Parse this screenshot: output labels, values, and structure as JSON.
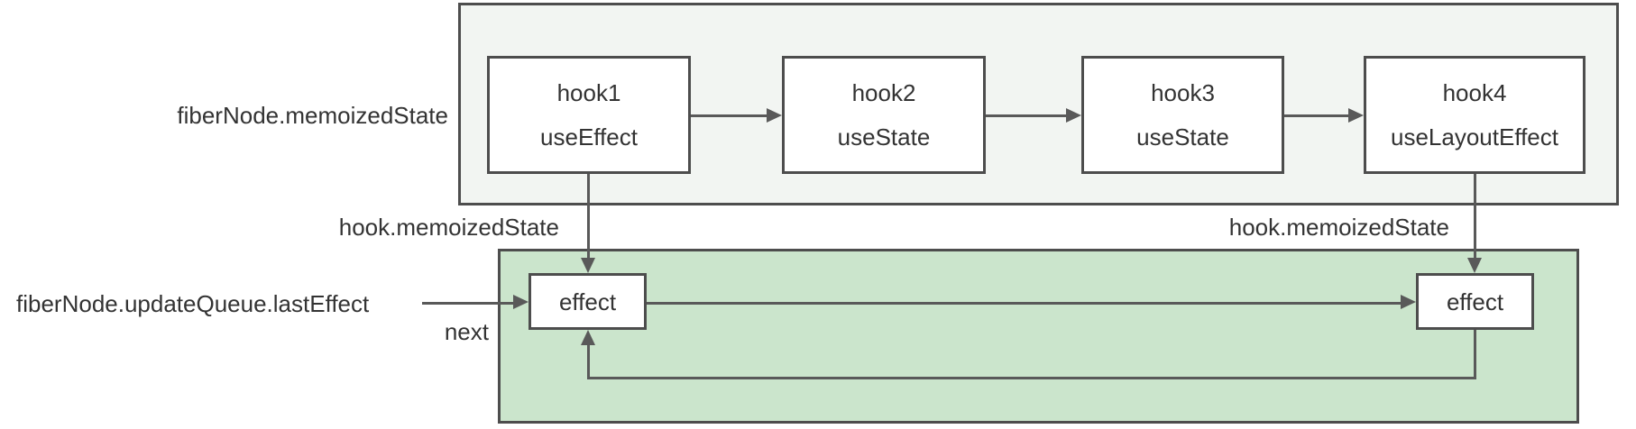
{
  "diagram": {
    "title_context": "React fiber hooks / effect list diagram",
    "colors": {
      "background": "#ffffff",
      "fiber_container_fill": "#f2f5f2",
      "queue_container_fill": "#cbe5cc",
      "box_border": "#4d4d4d",
      "arrow": "#595959",
      "text": "#333333"
    },
    "fiber_state_row": {
      "label": "fiberNode.memoizedState",
      "hooks": [
        {
          "name": "hook1",
          "type": "useEffect"
        },
        {
          "name": "hook2",
          "type": "useState"
        },
        {
          "name": "hook3",
          "type": "useState"
        },
        {
          "name": "hook4",
          "type": "useLayoutEffect"
        }
      ]
    },
    "hook_links": {
      "left_label": "hook.memoizedState",
      "right_label": "hook.memoizedState"
    },
    "update_queue": {
      "label": "fiberNode.updateQueue.lastEffect",
      "next_label": "next",
      "effects": [
        {
          "label": "effect"
        },
        {
          "label": "effect"
        }
      ]
    }
  }
}
